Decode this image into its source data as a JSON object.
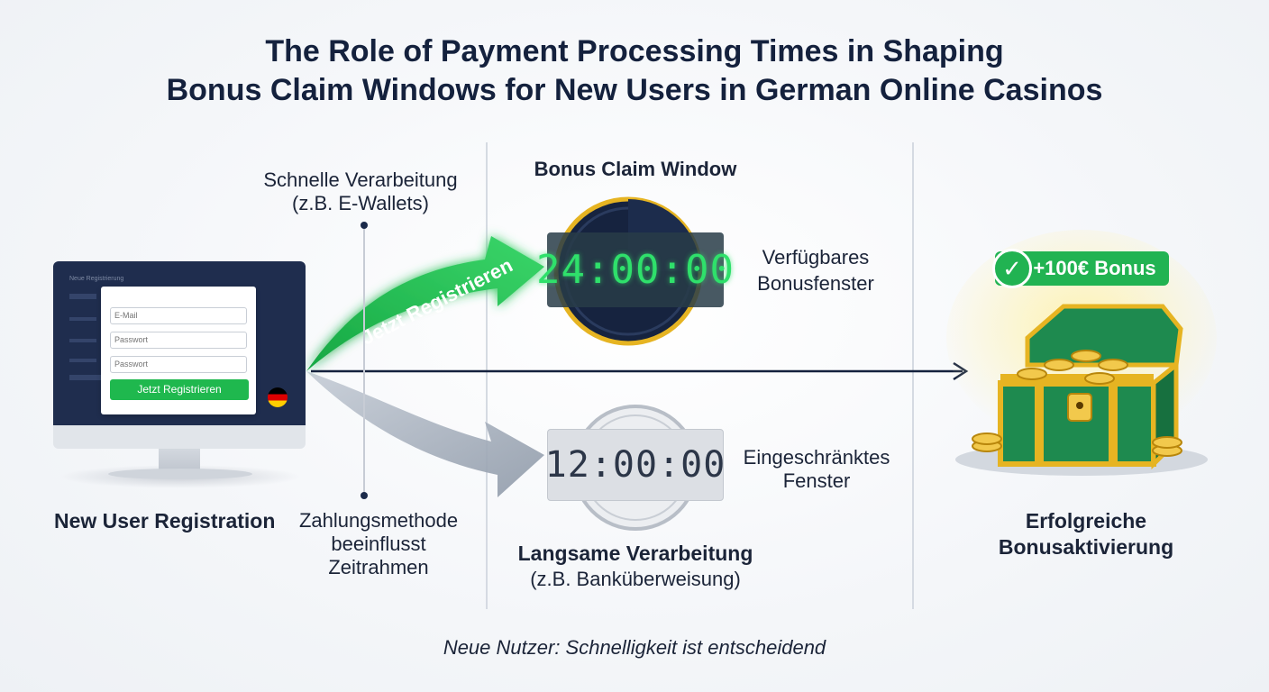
{
  "title": {
    "line1": "The Role of Payment Processing Times in Shaping",
    "line2": "Bonus Claim Windows for New Users in German Online Casinos"
  },
  "registration": {
    "label": "New User Registration",
    "form": {
      "header": "Neue Registrierung",
      "email_placeholder": "E-Mail",
      "password_placeholder": "Passwort",
      "password_confirm_placeholder": "Passwort",
      "button_label": "Jetzt Registrieren"
    },
    "arrow_label": "Jetzt Registrieren"
  },
  "payment_method": {
    "fast_label_line1": "Schnelle Verarbeitung",
    "fast_label_line2": "(z.B. E-Wallets)",
    "influence_line1": "Zahlungsmethode",
    "influence_line2": "beeinflusst",
    "influence_line3": "Zeitrahmen"
  },
  "claim_window": {
    "heading": "Bonus Claim Window",
    "fast_timer": "24:00:00",
    "fast_caption_line1": "Verfügbares",
    "fast_caption_line2": "Bonusfenster",
    "slow_timer": "12:00:00",
    "slow_caption_line1": "Eingeschränktes",
    "slow_caption_line2": "Fenster",
    "slow_label": "Langsame Verarbeitung",
    "slow_sublabel": "(z.B. Banküberweisung)"
  },
  "outcome": {
    "badge": "+100€ Bonus",
    "label_line1": "Erfolgreiche",
    "label_line2": "Bonusaktivierung"
  },
  "footer": "Neue Nutzer: Schnelligkeit ist entscheidend",
  "colors": {
    "accent_green": "#21b352",
    "navy": "#14213d",
    "gold": "#e6b422",
    "chest_green": "#1e8a4f"
  }
}
